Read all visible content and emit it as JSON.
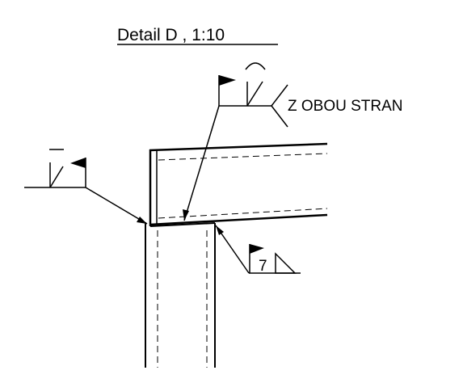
{
  "detail_title": "Detail D , 1:10",
  "both_sides_note": "Z OBOU STRAN",
  "fillet_weld_size": "7"
}
